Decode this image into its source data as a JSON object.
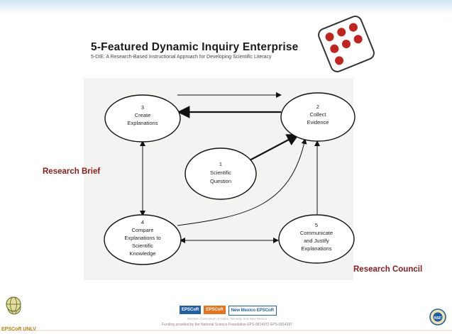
{
  "slide": {
    "title": "5-Featured Dynamic Inquiry Enterprise",
    "subtitle": "5-DIE: A Research-Based Instructional Approach for Developing Scientific Literacy",
    "label_left": "Research Brief",
    "label_right": "Research Council"
  },
  "diagram": {
    "nodes": [
      {
        "id": "n1",
        "lines": [
          "1",
          "Scientific",
          "Question"
        ]
      },
      {
        "id": "n2",
        "lines": [
          "2",
          "Collect",
          "Evidence"
        ]
      },
      {
        "id": "n3",
        "lines": [
          "3",
          "Create",
          "Explanations"
        ]
      },
      {
        "id": "n4",
        "lines": [
          "4",
          "Compare",
          "Explanations to",
          "Scientific",
          "Knowledge"
        ]
      },
      {
        "id": "n5",
        "lines": [
          "5",
          "Communicate",
          "and Justify",
          "Explanations"
        ]
      }
    ]
  },
  "footer": {
    "logos": [
      "EPSCoR",
      "EPSCoR",
      "New Mexico EPSCoR"
    ],
    "sub": "Western Consortium of Idaho, Nevada, and New Mexico",
    "funding": "Funding provided by the National Science Foundation EPS-0814372 EPS-0814387",
    "brand": "EPSCoR UNLV",
    "nsf": "NSF"
  },
  "colors": {
    "accent_red": "#8b1a1a",
    "dice_red": "#c0241c",
    "logo_orange": "#e8731a",
    "logo_blue": "#1f5fa8"
  }
}
